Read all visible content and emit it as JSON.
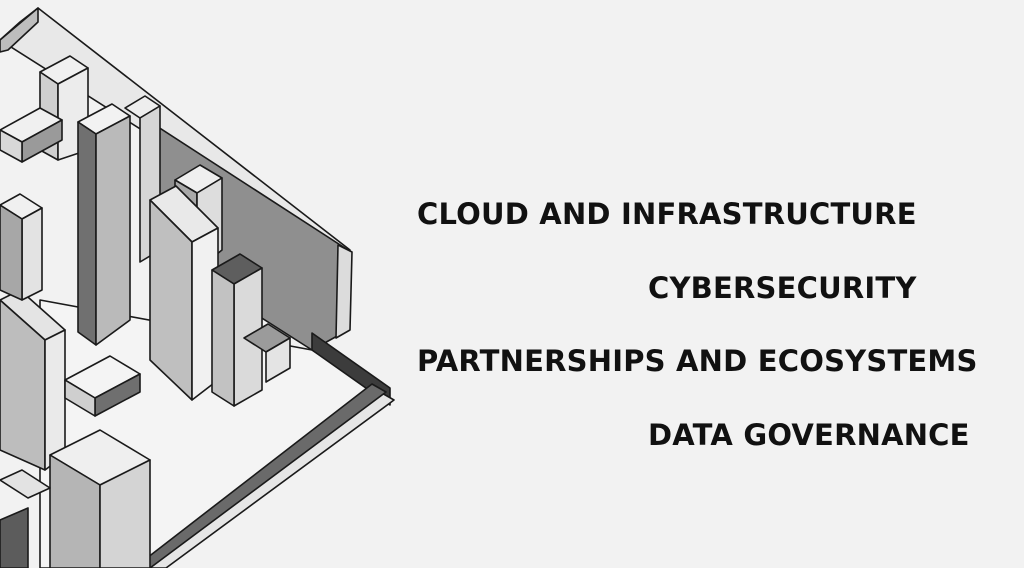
{
  "illustration": {
    "subject": "isometric-city-blocks",
    "colors": {
      "light": "#f0f0f0",
      "mid": "#c8c8c8",
      "shade": "#9c9c9c",
      "dark": "#686868",
      "outline": "#1a1a1a"
    }
  },
  "topics": [
    {
      "label": "CLOUD AND INFRASTRUCTURE"
    },
    {
      "label": "CYBERSECURITY"
    },
    {
      "label": "PARTNERSHIPS AND ECOSYSTEMS"
    },
    {
      "label": "DATA GOVERNANCE"
    }
  ],
  "text_color": "#111111",
  "background": "#f2f2f2"
}
